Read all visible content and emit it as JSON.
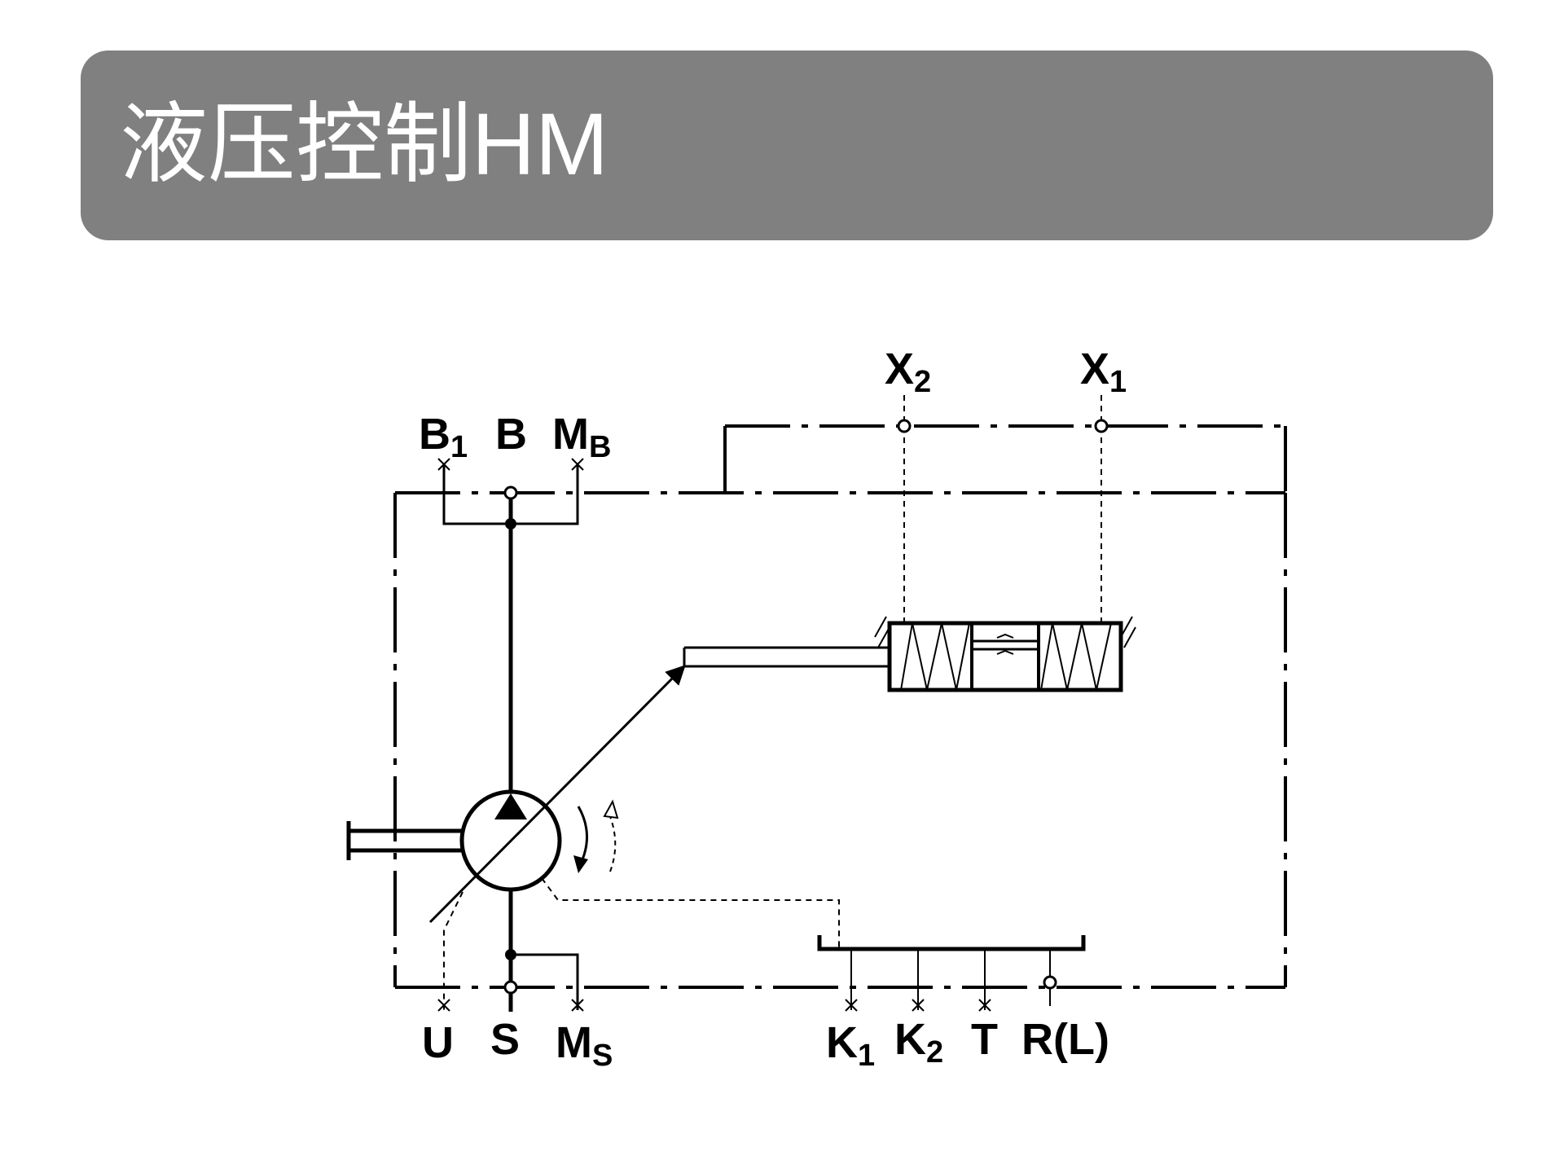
{
  "title": {
    "main": "液压控制",
    "suffix": "HM"
  },
  "colors": {
    "banner": "#808080",
    "title_text": "#ffffff",
    "lines": "#000000",
    "background": "#ffffff"
  },
  "ports": {
    "b1": {
      "base": "B",
      "sub": "1"
    },
    "b": {
      "base": "B",
      "sub": ""
    },
    "mb": {
      "base": "M",
      "sub": "B"
    },
    "x2": {
      "base": "X",
      "sub": "2"
    },
    "x1": {
      "base": "X",
      "sub": "1"
    },
    "u": {
      "base": "U",
      "sub": ""
    },
    "s": {
      "base": "S",
      "sub": ""
    },
    "ms": {
      "base": "M",
      "sub": "S"
    },
    "k1": {
      "base": "K",
      "sub": "1"
    },
    "k2": {
      "base": "K",
      "sub": "2"
    },
    "t": {
      "base": "T",
      "sub": ""
    },
    "r": {
      "base": "R(L)",
      "sub": ""
    }
  }
}
